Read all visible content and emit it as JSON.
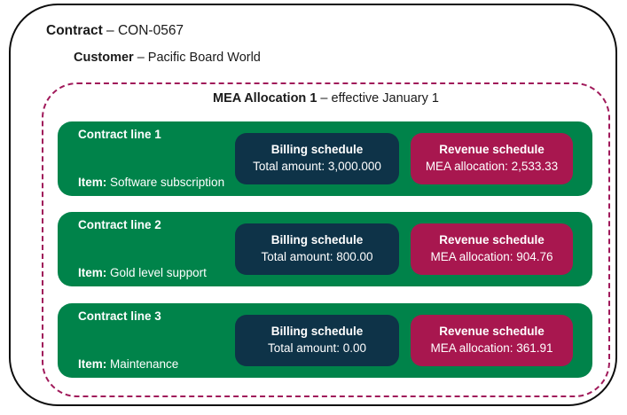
{
  "colors": {
    "green": "#00834A",
    "navy": "#0E3348",
    "crimson": "#A8174F",
    "dash": "#A0195A",
    "border": "#0d0d0d",
    "text_light": "#FFFFFF",
    "text_dark": "#1a1a1a"
  },
  "header": {
    "contract_label": "Contract",
    "contract_value": " – CON-0567",
    "customer_label": "Customer",
    "customer_value": " – Pacific Board World"
  },
  "mea": {
    "title_label": "MEA Allocation 1",
    "title_value": " – effective January 1"
  },
  "lines": [
    {
      "name": "Contract line 1",
      "item_label": "Item:",
      "item_value": " Software subscription",
      "billing_title": "Billing schedule",
      "billing_value": "Total amount: 3,000.000",
      "revenue_title": "Revenue schedule",
      "revenue_value": "MEA allocation: 2,533.33"
    },
    {
      "name": "Contract line 2",
      "item_label": "Item:",
      "item_value": " Gold level support",
      "billing_title": "Billing schedule",
      "billing_value": "Total amount: 800.00",
      "revenue_title": "Revenue schedule",
      "revenue_value": "MEA allocation: 904.76"
    },
    {
      "name": "Contract line 3",
      "item_label": "Item:",
      "item_value": " Maintenance",
      "billing_title": "Billing schedule",
      "billing_value": "Total amount: 0.00",
      "revenue_title": "Revenue schedule",
      "revenue_value": "MEA allocation: 361.91"
    }
  ]
}
